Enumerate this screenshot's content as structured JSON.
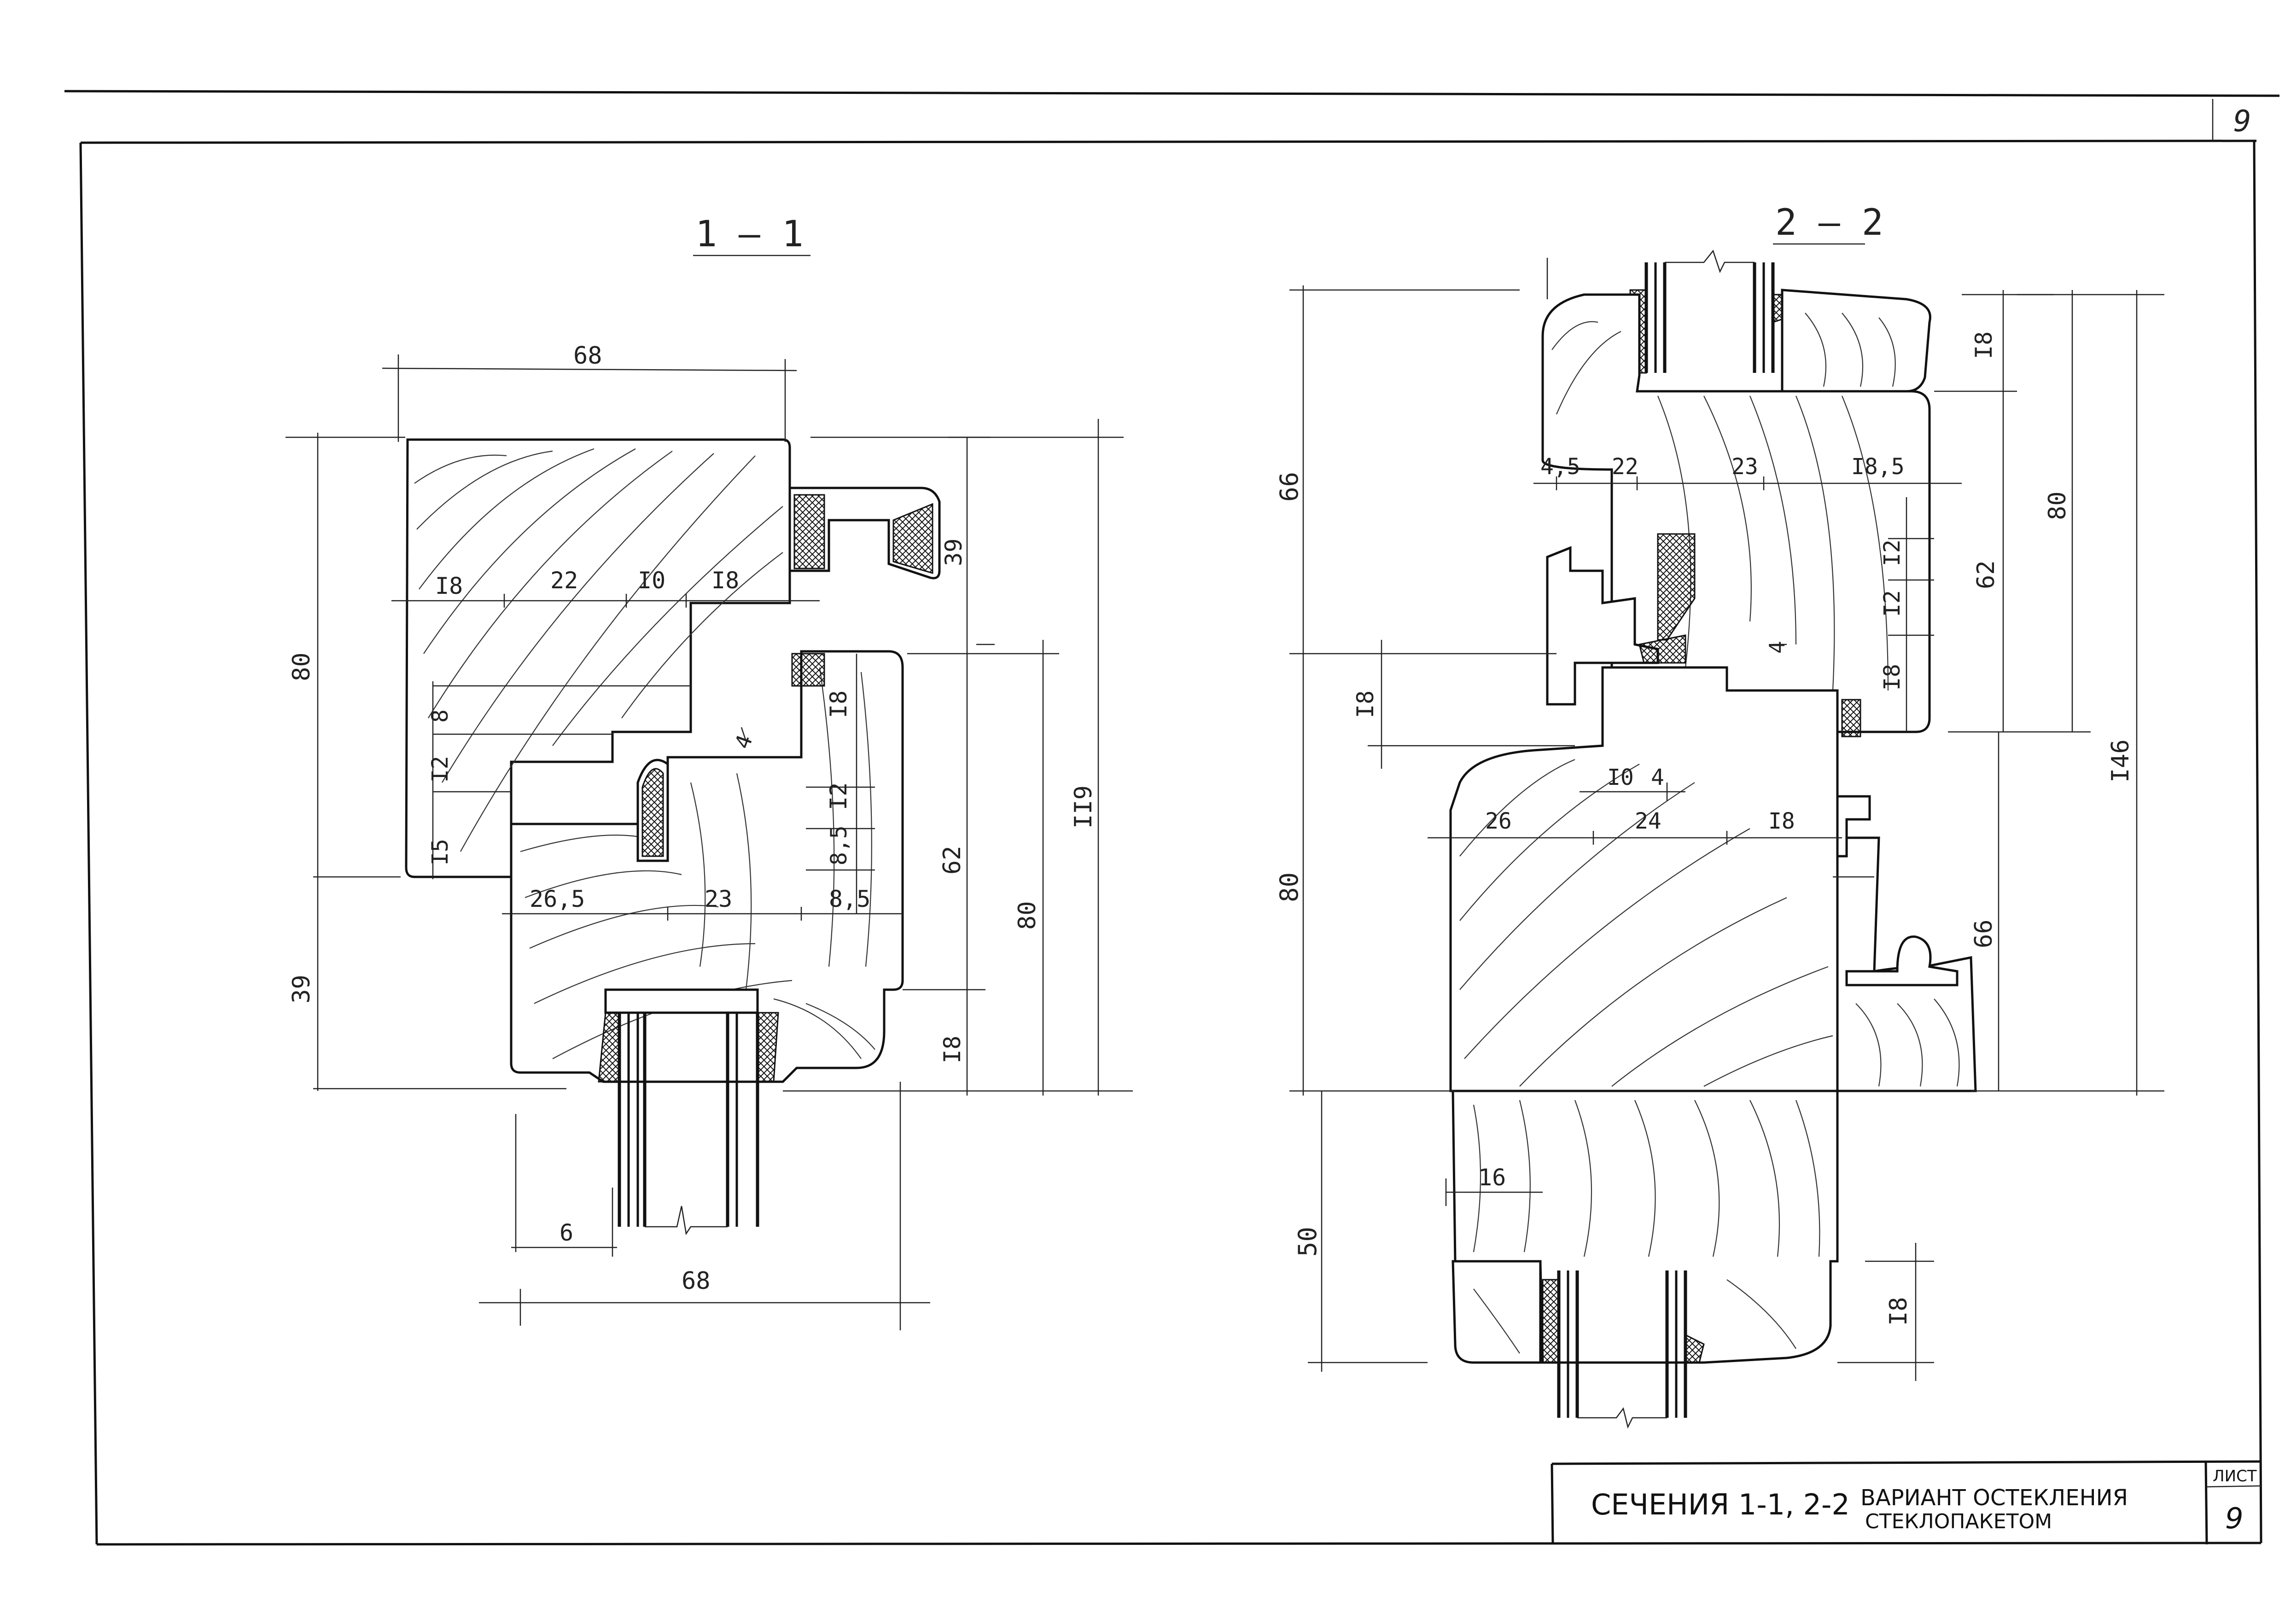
{
  "page_number": "9",
  "sections": {
    "s1": {
      "label": "1 — 1",
      "dims": {
        "top_width": "68",
        "left_height": "80",
        "left_lower": "39",
        "row_18a": "I8",
        "row_22": "22",
        "row_10": "I0",
        "row_18b": "I8",
        "v8": "8",
        "v12": "I2",
        "v15": "I5",
        "v4": "4",
        "r39": "39",
        "r18_top": "I8",
        "r12": "I2",
        "r85a": "8,5",
        "r85b": "8,5",
        "b265": "26,5",
        "b23": "23",
        "r62": "62",
        "r80": "80",
        "r119": "II9",
        "r18_bot": "I8",
        "glass_6": "6",
        "bottom_width": "68"
      }
    },
    "s2": {
      "label": "2 — 2",
      "dims": {
        "l66": "66",
        "l80": "80",
        "l50": "50",
        "l18": "I8",
        "t45": "4,5",
        "t22": "22",
        "t23": "23",
        "t185": "I8,5",
        "r18_top": "I8",
        "r12a": "I2",
        "r12b": "I2",
        "r18b": "I8",
        "v4": "4",
        "r80": "80",
        "r62": "62",
        "r146": "I46",
        "r66": "66",
        "m10": "I0",
        "m4": "4",
        "m26": "26",
        "m24": "24",
        "m18": "I8",
        "b16": "16",
        "b18": "I8"
      }
    }
  },
  "title_block": {
    "title_part1": "СЕЧЕНИЯ 1-1, 2-2",
    "title_part2": "ВАРИАНТ ОСТЕКЛЕНИЯ",
    "title_part3": "СТЕКЛОПАКЕТОМ",
    "sheet_label": "ЛИСТ",
    "sheet_number": "9"
  }
}
